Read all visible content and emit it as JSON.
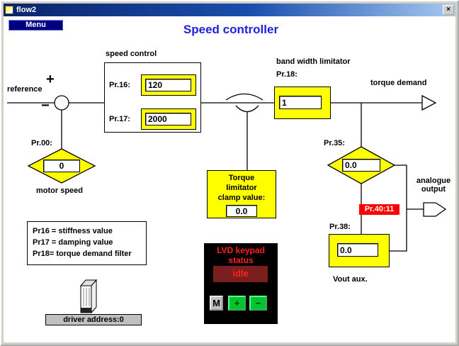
{
  "window": {
    "title": "flow2",
    "close": "×"
  },
  "menu": {
    "label": "Menu"
  },
  "header": {
    "title": "Speed controller"
  },
  "speed_control": {
    "section_label": "speed control",
    "pr16_label": "Pr.16:",
    "pr16_value": "120",
    "pr17_label": "Pr.17:",
    "pr17_value": "2000"
  },
  "reference": {
    "label": "reference",
    "plus": "+",
    "minus": "−"
  },
  "motor_speed": {
    "pr_label": "Pr.00:",
    "value": "0",
    "label": "motor speed"
  },
  "bandwidth": {
    "section_label": "band width limitator",
    "pr_label": "Pr.18:",
    "value": "1"
  },
  "torque_demand": {
    "label": "torque demand"
  },
  "torque_limitator": {
    "lines": [
      "Torque",
      "limitator",
      "clamp value:"
    ],
    "value": "0.0"
  },
  "pr35": {
    "pr_label": "Pr.35:",
    "value": "0.0"
  },
  "analogue_output": {
    "label": "analogue output",
    "pr40_label": "Pr.40:11"
  },
  "vout_aux": {
    "pr_label": "Pr.38:",
    "value": "0.0",
    "label": "Vout aux."
  },
  "info_box": {
    "lines": [
      "Pr16 = stiffness value",
      "Pr17 = damping value",
      "Pr18= torque demand filter"
    ]
  },
  "driver": {
    "label": "driver address:0"
  },
  "keypad": {
    "title": "LVD keypad",
    "subtitle": "status",
    "status": "idle",
    "buttons": [
      {
        "label": "M"
      },
      {
        "label": "+"
      },
      {
        "label": "−"
      }
    ]
  },
  "colors": {
    "title_blue": "#1f1fe0",
    "field_yellow": "#ffff00",
    "alarm_red": "#ff0000",
    "keypad_green": "#00c432",
    "menu_navy": "#000080",
    "status_bg_red": "#7a1e1e"
  }
}
